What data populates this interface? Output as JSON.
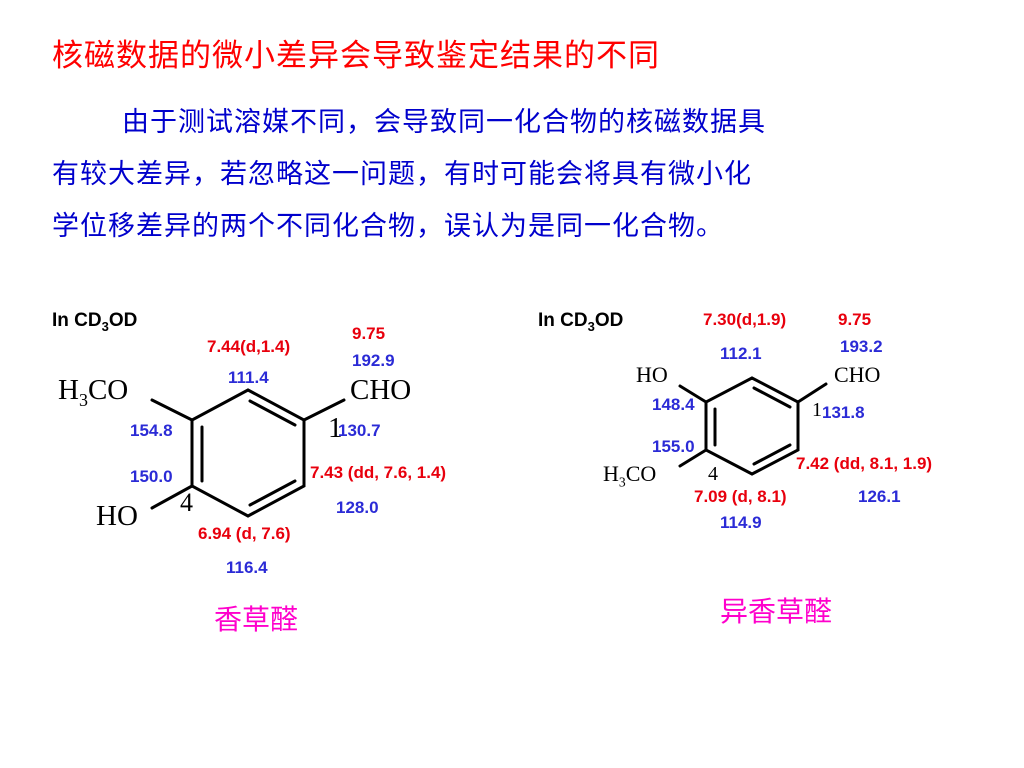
{
  "title": "核磁数据的微小差异会导致鉴定结果的不同",
  "paragraph": {
    "line1": "由于测试溶媒不同，会导致同一化合物的核磁数据具",
    "line2": "有较大差异，若忽略这一问题，有时可能会将具有微小化",
    "line3": "学位移差异的两个不同化合物，误认为是同一化合物。"
  },
  "left": {
    "solvent_prefix": "In CD",
    "solvent_sub": "3",
    "solvent_suffix": "OD",
    "h_top": "7.44(d,1.4)",
    "cho_h": "9.75",
    "cho_c": "192.9",
    "c_top": "111.4",
    "c_ome": "154.8",
    "c1": "130.7",
    "c_oh": "150.0",
    "h_right": "7.43 (dd, 7.6, 1.4)",
    "c_right": "128.0",
    "h_bottom": "6.94 (d, 7.6)",
    "c_bottom": "116.4",
    "grp_ome_h": "H",
    "grp_ome_sub": "3",
    "grp_ome_rest": "CO",
    "grp_cho": "CHO",
    "grp_oh": "HO",
    "pos1": "1",
    "pos4": "4",
    "name": "香草醛"
  },
  "right": {
    "solvent_prefix": "In CD",
    "solvent_sub": "3",
    "solvent_suffix": "OD",
    "h_top": "7.30(d,1.9)",
    "cho_h": "9.75",
    "cho_c": "193.2",
    "c_top": "112.1",
    "c_oh": "148.4",
    "c1": "131.8",
    "c_ome": "155.0",
    "h_right": "7.42 (dd, 8.1, 1.9)",
    "h_bottom": "7.09 (d, 8.1)",
    "c_right": "126.1",
    "c_bottom": "114.9",
    "grp_oh": "HO",
    "grp_cho": "CHO",
    "grp_ome_h": "H",
    "grp_ome_sub": "3",
    "grp_ome_rest": "CO",
    "pos1": "1",
    "pos4": "4",
    "name": "异香草醛"
  }
}
